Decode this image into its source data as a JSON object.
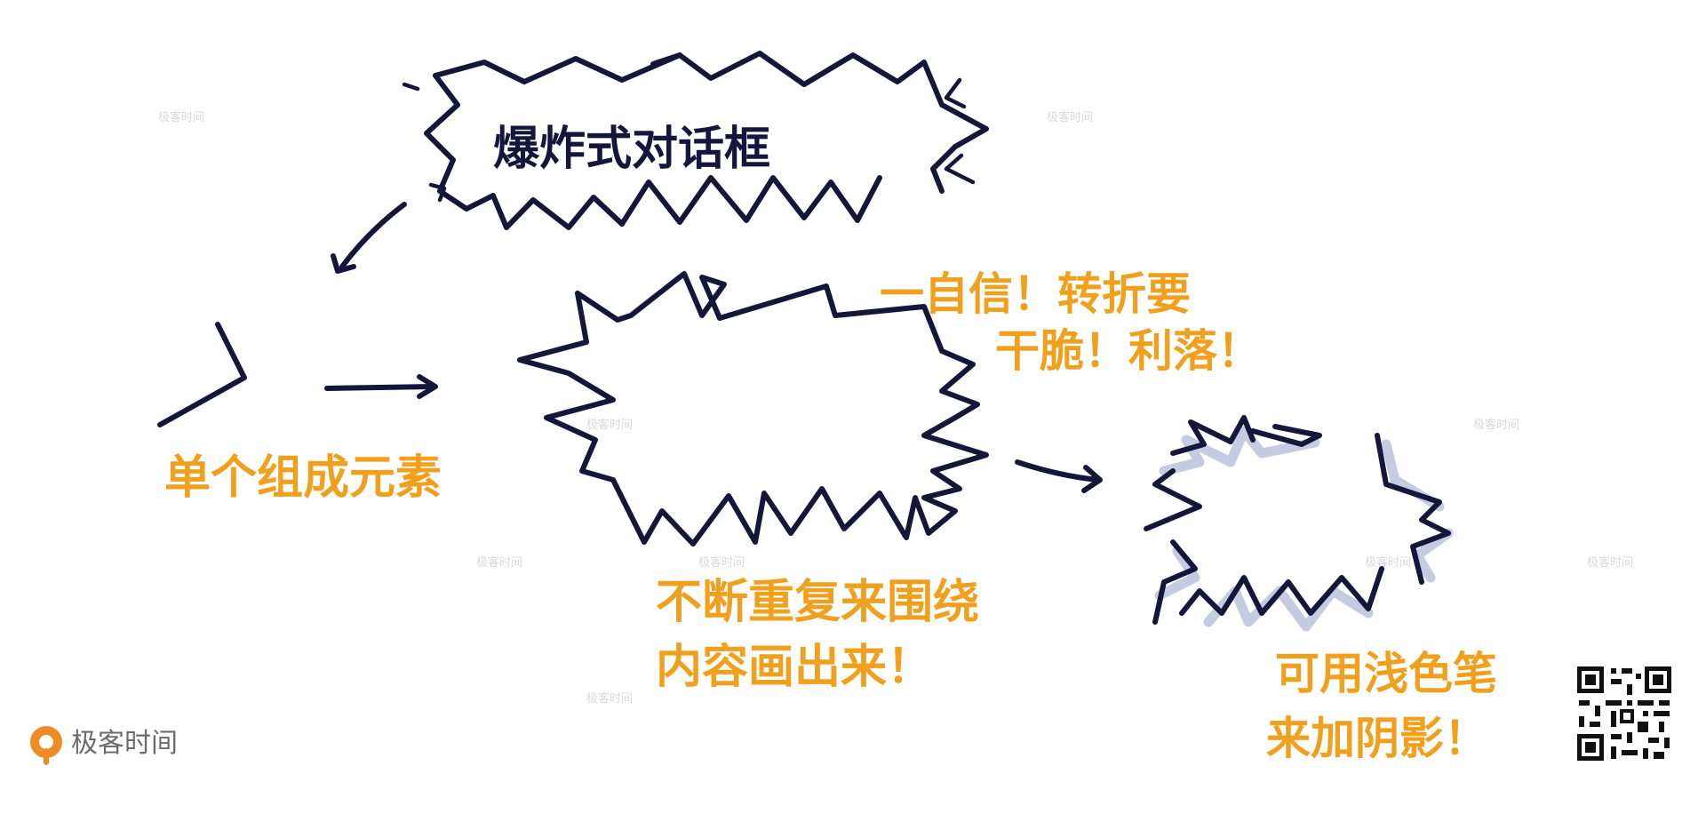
{
  "title_bubble": {
    "text": "爆炸式对话框"
  },
  "labels": {
    "single_element": "单个组成元素",
    "tip_confident_line1": "一自信！转折要",
    "tip_confident_line2": "干脆！利落！",
    "tip_repeat_line1": "不断重复来围绕",
    "tip_repeat_line2": "内容画出来！",
    "tip_shadow_line1": "可用浅色笔",
    "tip_shadow_line2": "来加阴影！"
  },
  "watermark": {
    "text": "极客时间"
  },
  "brand": {
    "name": "极客时间"
  },
  "colors": {
    "ink": "#14163a",
    "accent": "#f0a01c",
    "shadow": "#c5cbe0"
  },
  "icons": [
    "arrow-icon",
    "brand-logo-icon",
    "qr-code-icon"
  ]
}
